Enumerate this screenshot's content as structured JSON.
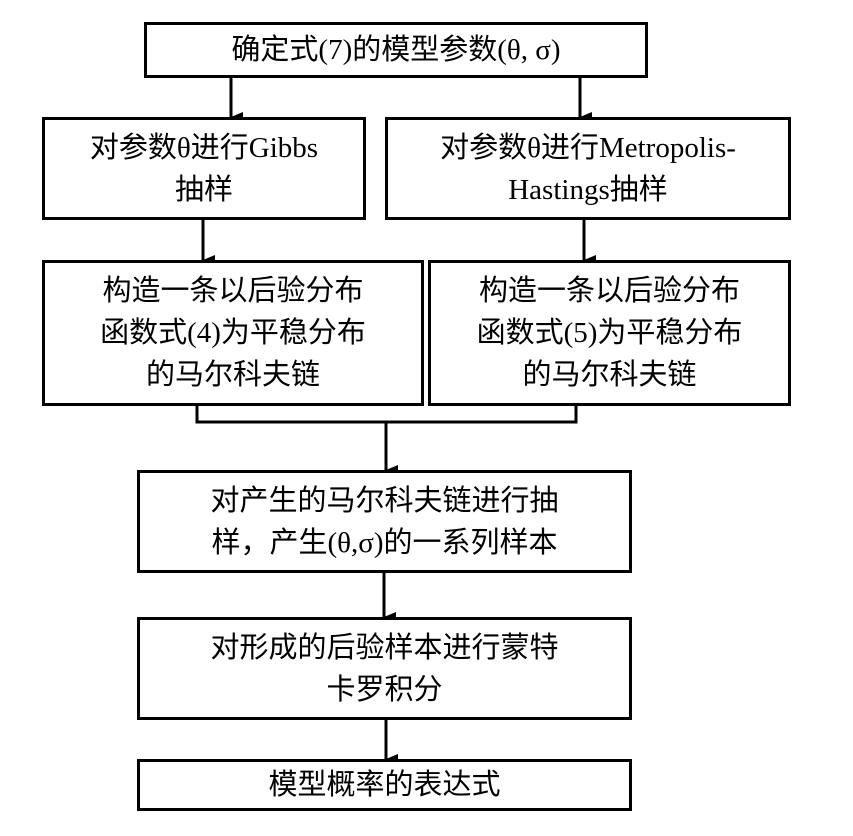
{
  "nodes": {
    "determine_params": {
      "lines": [
        "确定式(7)的模型参数(θ, σ)"
      ]
    },
    "gibbs_sampling": {
      "lines": [
        "对参数θ进行Gibbs",
        "抽样"
      ]
    },
    "mh_sampling": {
      "lines": [
        "对参数θ进行Metropolis-",
        "Hastings抽样"
      ]
    },
    "markov_chain_4": {
      "lines": [
        "构造一条以后验分布",
        "函数式(4)为平稳分布",
        "的马尔科夫链"
      ]
    },
    "markov_chain_5": {
      "lines": [
        "构造一条以后验分布",
        "函数式(5)为平稳分布",
        "的马尔科夫链"
      ]
    },
    "sample_chain": {
      "lines": [
        "对产生的马尔科夫链进行抽",
        "样，产生(θ,σ)的一系列样本"
      ]
    },
    "monte_carlo": {
      "lines": [
        "对形成的后验样本进行蒙特",
        "卡罗积分"
      ]
    },
    "model_probability": {
      "lines": [
        "模型概率的表达式"
      ]
    }
  },
  "edges": [
    [
      "determine_params",
      "gibbs_sampling"
    ],
    [
      "determine_params",
      "mh_sampling"
    ],
    [
      "gibbs_sampling",
      "markov_chain_4"
    ],
    [
      "mh_sampling",
      "markov_chain_5"
    ],
    [
      "markov_chain_4",
      "sample_chain"
    ],
    [
      "markov_chain_5",
      "sample_chain"
    ],
    [
      "sample_chain",
      "monte_carlo"
    ],
    [
      "monte_carlo",
      "model_probability"
    ]
  ]
}
